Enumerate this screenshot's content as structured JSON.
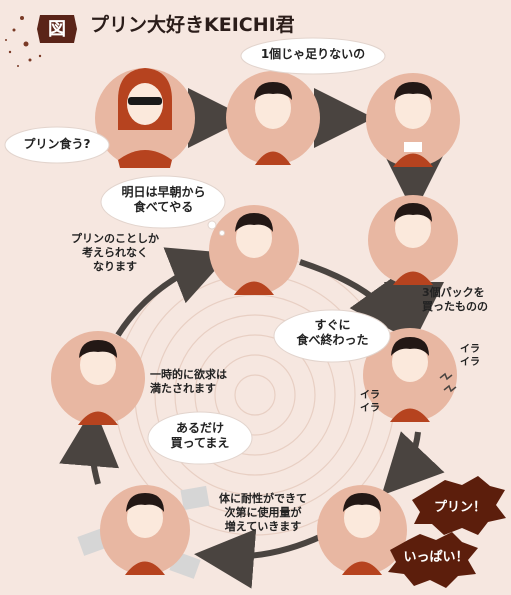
{
  "title": {
    "badge": "図",
    "text": "プリン大好きKEICHI君"
  },
  "bubbles": {
    "b1": "プリン食う?",
    "b2": "1個じゃ足りないの",
    "b3": "明日は早朝から\n食べてやる",
    "b4": "すぐに\n食べ終わった",
    "b5": "あるだけ\n買ってまえ"
  },
  "notes": {
    "n1": "3個パックを\n買ったものの",
    "n2": "プリンのことしか\n考えられなく\nなります",
    "n3": "一時的に欲求は\n満たされます",
    "n4": "体に耐性ができて\n次第に使用量が\n増えていきます",
    "ira1": "イラ\nイラ",
    "ira2": "イラ\nイラ"
  },
  "bursts": {
    "burst1": "プリン！",
    "burst2": "いっぱい！"
  },
  "colors": {
    "background": "#f6e7e0",
    "circle_fill": "#e8b7a2",
    "shirt": "#b6431f",
    "hair": "#231815",
    "arrow": "#4a4440",
    "badge": "#5a2418",
    "burst": "#5c1e0c"
  }
}
